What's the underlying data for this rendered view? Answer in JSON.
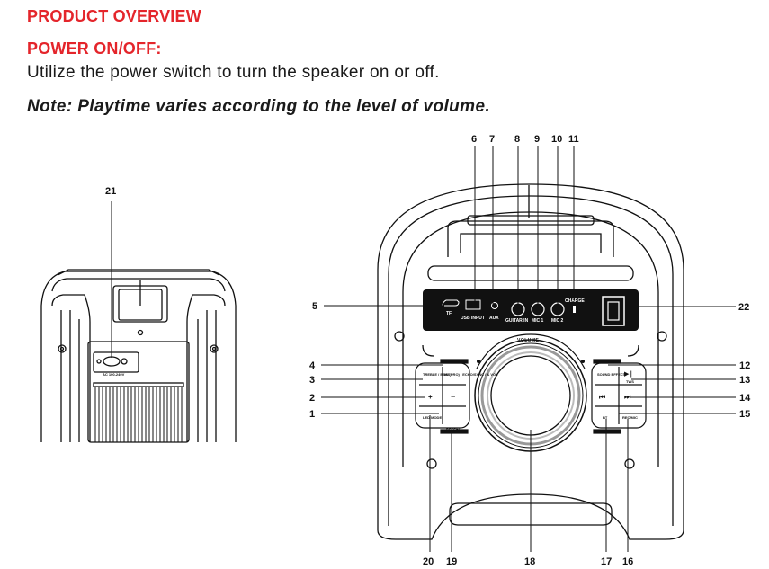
{
  "header": {
    "title": "PRODUCT OVERVIEW",
    "power_heading": "POWER ON/OFF:",
    "power_text": "Utilize the power switch to turn the speaker on or off.",
    "note": "Note: Playtime varies according to the level of volume."
  },
  "callouts": {
    "c1": "1",
    "c2": "2",
    "c3": "3",
    "c4": "4",
    "c5": "5",
    "c6": "6",
    "c7": "7",
    "c8": "8",
    "c9": "9",
    "c10": "10",
    "c11": "11",
    "c12": "12",
    "c13": "13",
    "c14": "14",
    "c15": "15",
    "c16": "16",
    "c17": "17",
    "c18": "18",
    "c19": "19",
    "c20": "20",
    "c21": "21",
    "c22": "22"
  },
  "panel_labels": {
    "tf": "TF",
    "usb_input": "USB INPUT",
    "aux": "AUX",
    "guitar_in": "GUITAR IN",
    "mic1": "MIC 1",
    "mic2": "MIC 2",
    "charge": "CHARGE",
    "volume": "VOLUME",
    "treble_bass": "TREBLE / BASS",
    "mic_echo": "MI (PRO) / ECHO/SYNC / & VOL",
    "led_mode": "LED MODE",
    "repeat": "REPEAT",
    "sound_effect": "SOUND EFFECT",
    "play_pause": "▶‖",
    "tws": "TWS",
    "bt": "BT",
    "rec": "REC/MIC",
    "plus": "+",
    "minus": "−",
    "prev": "⏮",
    "next": "⏭",
    "ac_input": "AC 100-240V"
  }
}
